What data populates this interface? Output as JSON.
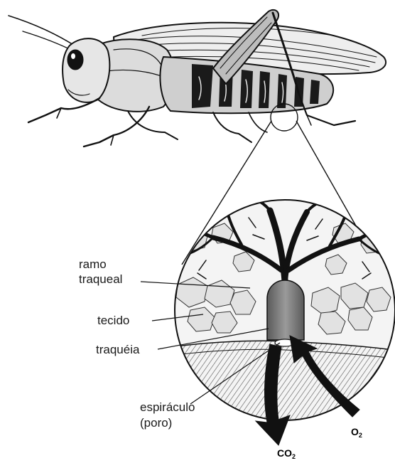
{
  "labels": {
    "ramo_line1": "ramo",
    "ramo_line2": "traqueal",
    "tecido": "tecido",
    "traqueia": "traquéia",
    "espiraculo_line1": "espiráculo",
    "espiraculo_line2": "(poro)"
  },
  "gases": {
    "co2_main": "CO",
    "co2_sub": "2",
    "o2_main": "O",
    "o2_sub": "2"
  },
  "colors": {
    "ink": "#111111",
    "tissue_fill": "#d9d9d9",
    "trunk_fill": "#7a7a7a",
    "background": "#ffffff"
  }
}
